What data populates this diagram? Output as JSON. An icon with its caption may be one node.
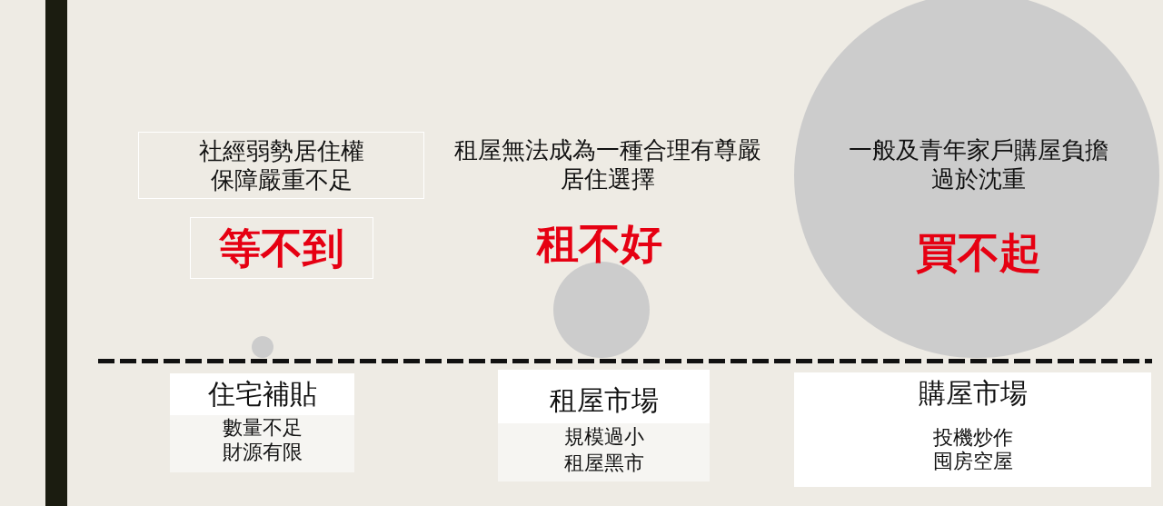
{
  "diagram": {
    "nodes": [
      {
        "text": [
          "社經弱勢居住權保障嚴重不足"
        ]
      },
      {
        "text": [
          "等不到"
        ]
      },
      {
        "text": [],
        "shape": "circle"
      },
      {
        "text": [],
        "shape": "circle"
      },
      {
        "text": [
          "一般及青年家戶購屋負擔過於沈重",
          "買不起"
        ]
      },
      {
        "text": [
          "住宅補貼",
          "數量不足",
          "財源有限"
        ]
      },
      {
        "text": [
          "租屋市場",
          "規模過小",
          "租屋黑市"
        ]
      },
      {
        "text": [
          "購屋市場",
          "投機炒作",
          "囤房空屋"
        ]
      },
      {
        "text": [],
        "shape": "bar"
      }
    ],
    "labels": [
      "租屋無法成為一種合理有尊嚴居住選擇",
      "租不好"
    ]
  }
}
